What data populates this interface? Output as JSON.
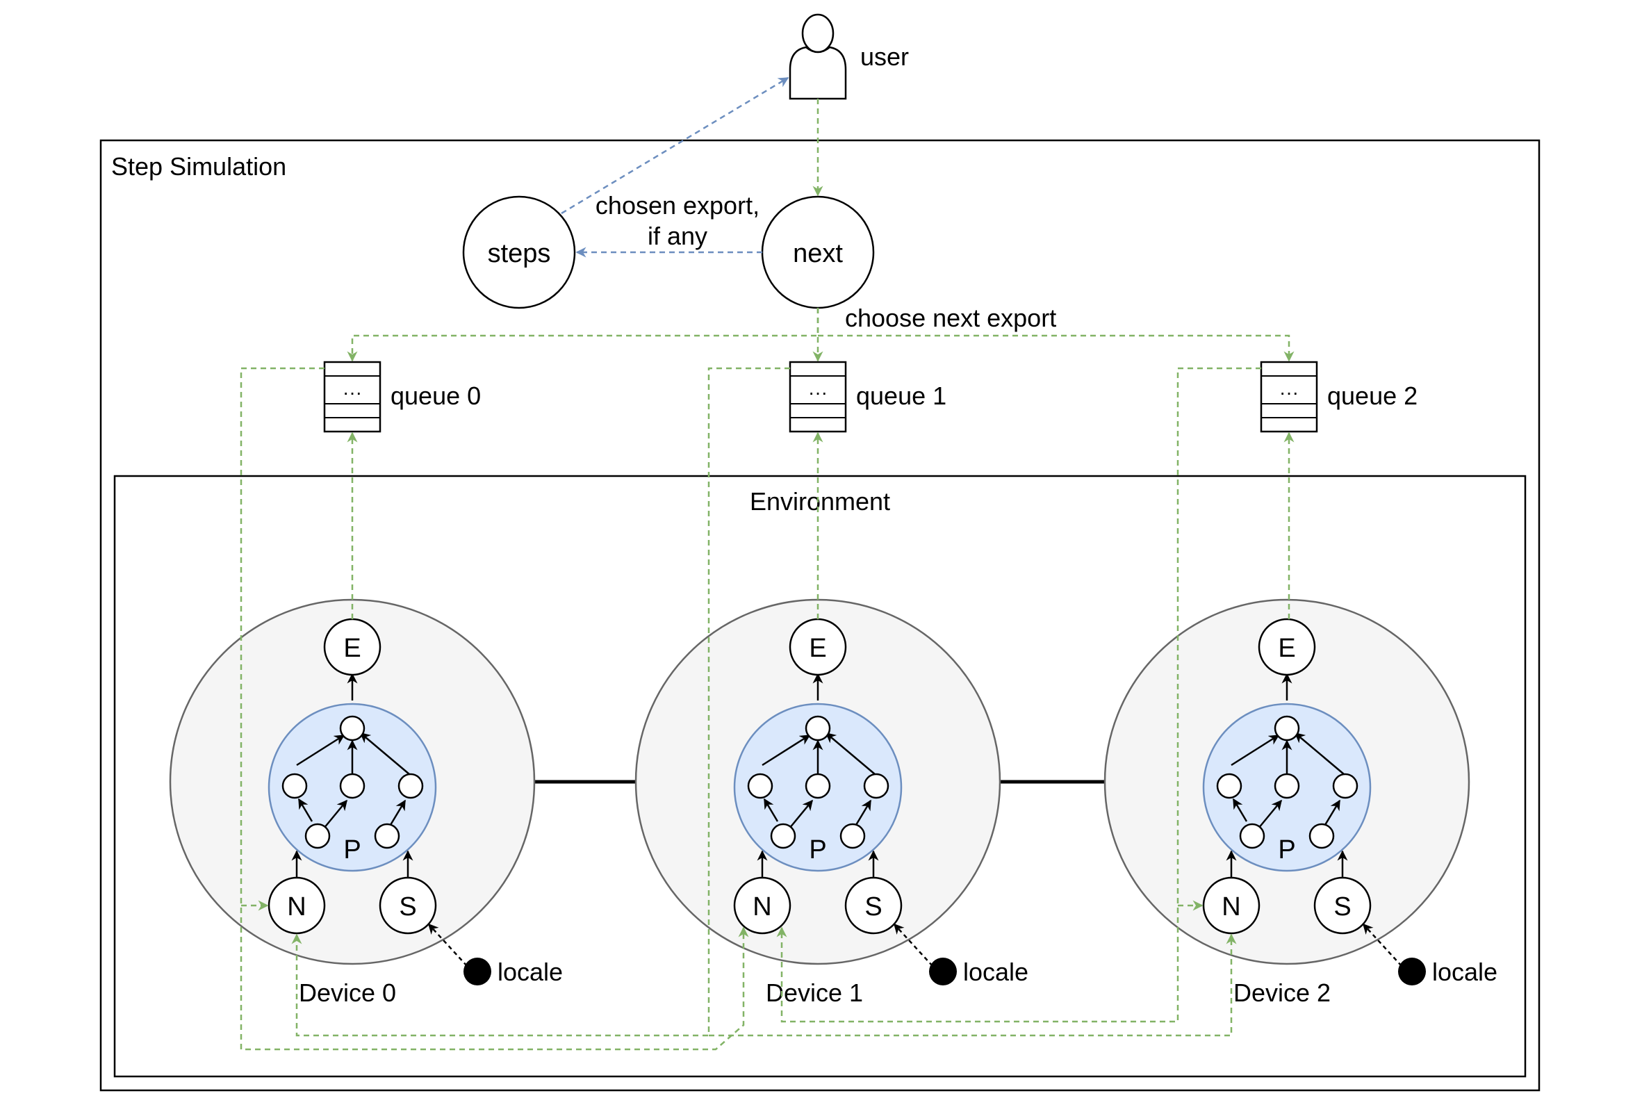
{
  "user": {
    "label": "user"
  },
  "step_simulation": {
    "title": "Step Simulation"
  },
  "nodes": {
    "steps": "steps",
    "next": "next"
  },
  "edges": {
    "chosen_export": [
      "chosen export,",
      "if any"
    ],
    "choose_next_export": "choose next export"
  },
  "queues": [
    {
      "label": "queue 0",
      "ellipsis": "···"
    },
    {
      "label": "queue 1",
      "ellipsis": "···"
    },
    {
      "label": "queue 2",
      "ellipsis": "···"
    }
  ],
  "environment": {
    "title": "Environment"
  },
  "devices": [
    {
      "label": "Device 0",
      "exporter": "E",
      "policy": "P",
      "network": "N",
      "sensor": "S",
      "source": "locale"
    },
    {
      "label": "Device 1",
      "exporter": "E",
      "policy": "P",
      "network": "N",
      "sensor": "S",
      "source": "locale"
    },
    {
      "label": "Device 2",
      "exporter": "E",
      "policy": "P",
      "network": "N",
      "sensor": "S",
      "source": "locale"
    }
  ],
  "colors": {
    "green_dashed": "#82b366",
    "blue_dashed": "#6c8ebf",
    "device_fill": "#f5f5f5",
    "device_stroke": "#666666",
    "policy_fill": "#dae8fc",
    "policy_stroke": "#6c8ebf"
  }
}
